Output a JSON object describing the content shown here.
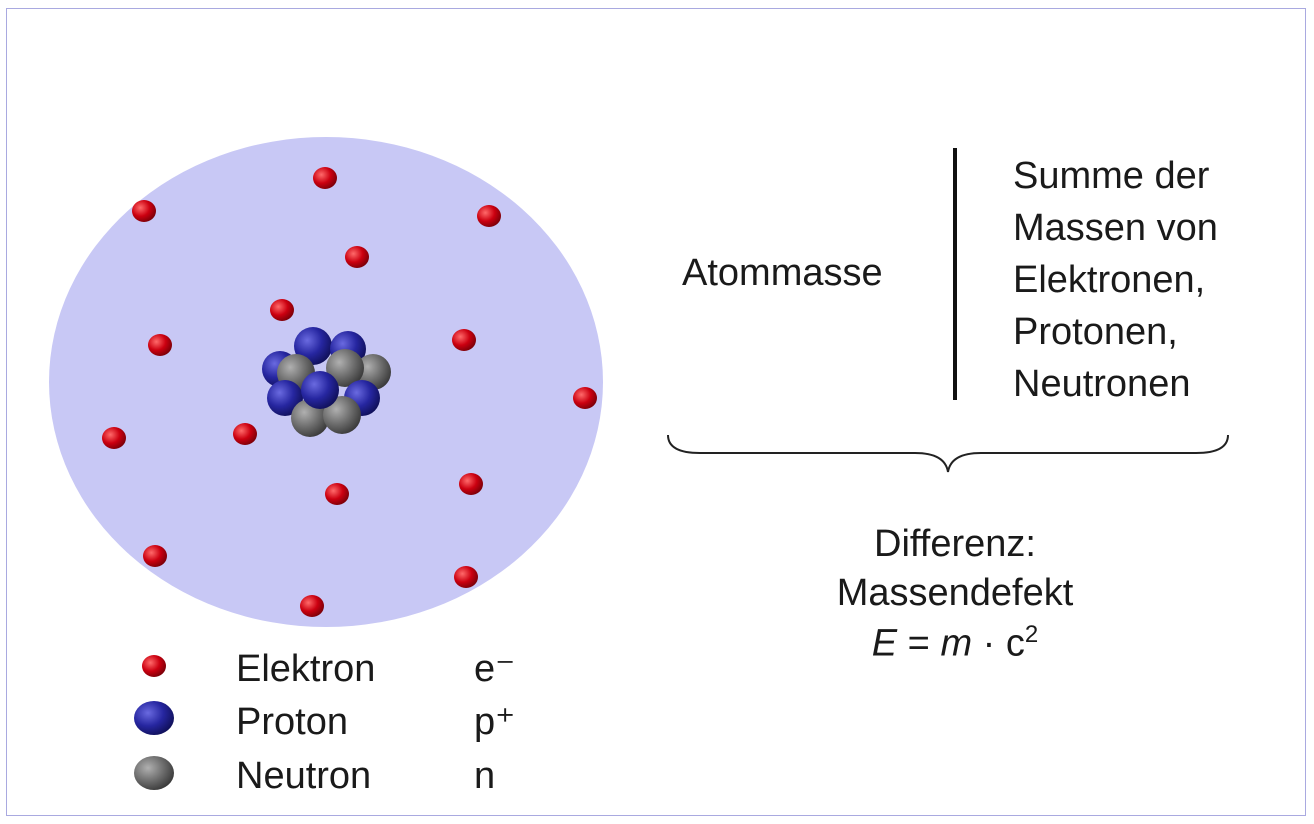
{
  "legend": [
    {
      "name": "Elektron",
      "symbol": "e⁻",
      "color": "#d0001a"
    },
    {
      "name": "Proton",
      "symbol": "p⁺",
      "color": "#2a2aa8"
    },
    {
      "name": "Neutron",
      "symbol": "n",
      "color": "#707070"
    }
  ],
  "label_atommasse": "Atommasse",
  "sum_text": "Summe der\nMassen von\nElektronen,\nProtonen,\nNeutronen",
  "difference_title": "Differenz:",
  "difference_subtitle": "Massendefekt",
  "formula": {
    "E": "E",
    "eq": " = ",
    "m": "m",
    "dot": " · c",
    "exp": "2"
  },
  "colors": {
    "atom_cloud": "#c8c8f5",
    "electron": "#d0001a",
    "proton": "#2a2aa8",
    "neutron": "#707070"
  }
}
